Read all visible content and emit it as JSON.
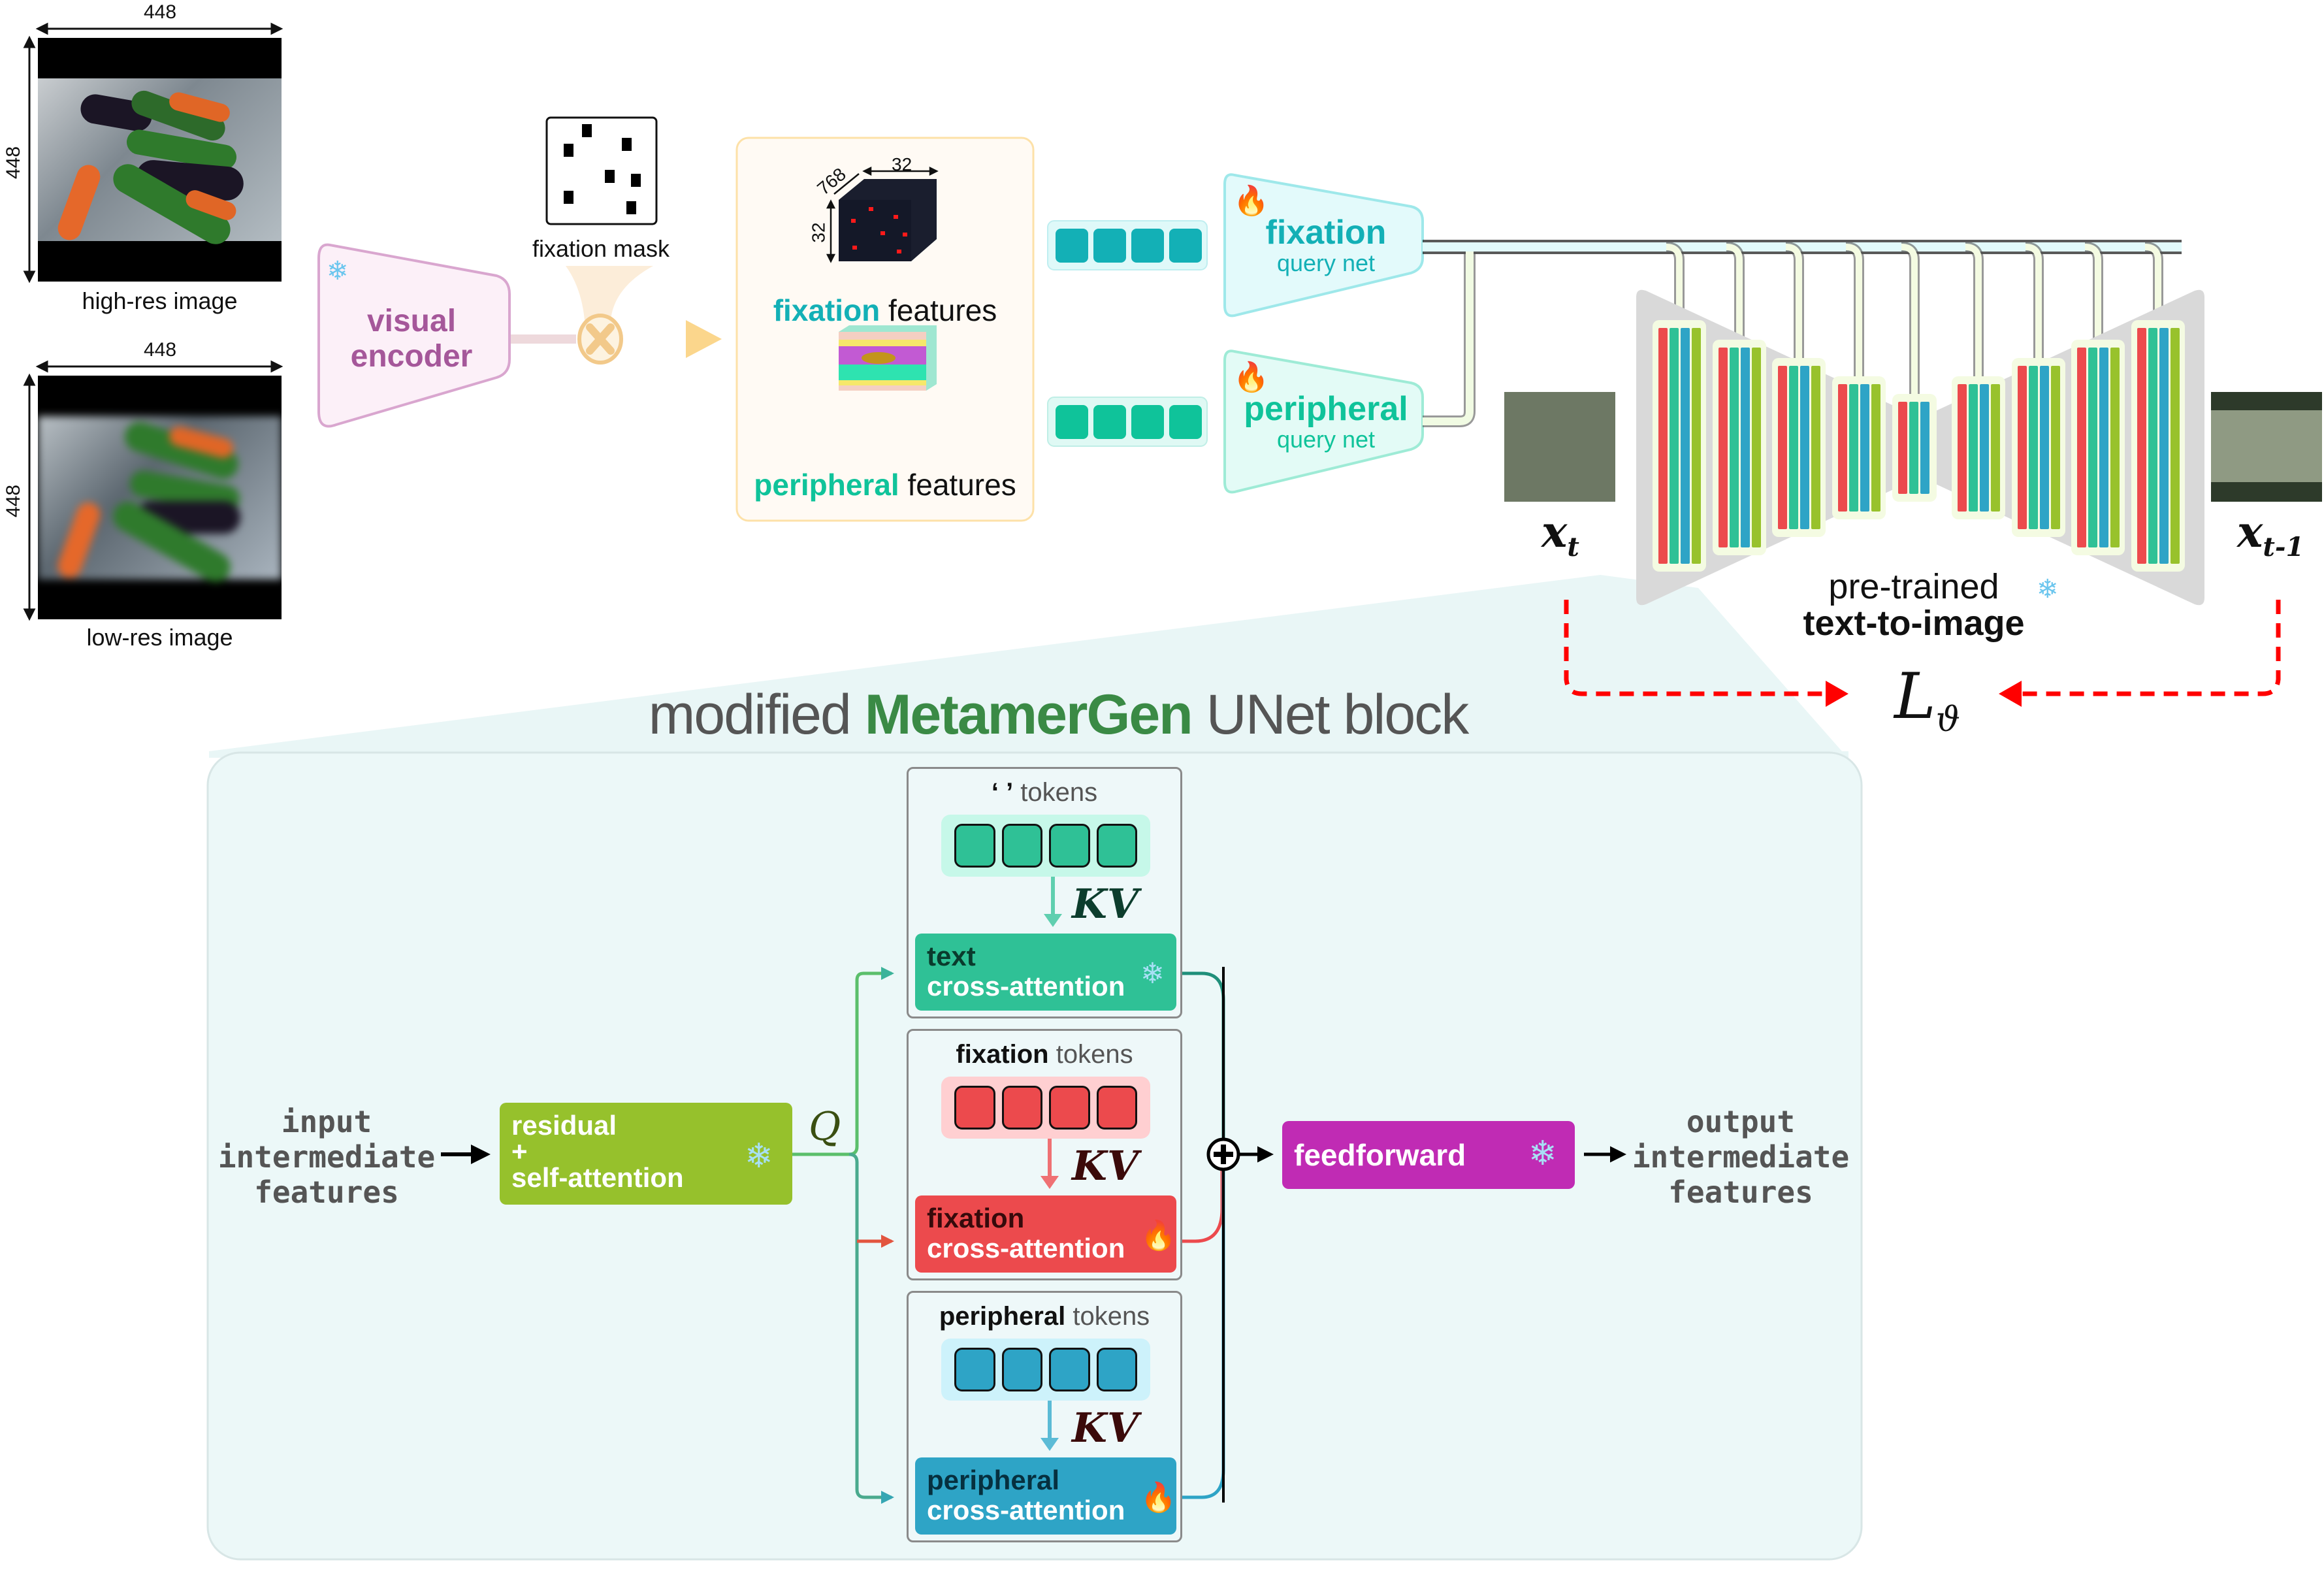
{
  "inputs": {
    "high_res": {
      "caption": "high-res image",
      "width_label": "448",
      "height_label": "448"
    },
    "low_res": {
      "caption": "low-res image",
      "width_label": "448",
      "height_label": "448"
    }
  },
  "visual_encoder": {
    "line1": "visual",
    "line2": "encoder",
    "state_icon": "snowflake-icon"
  },
  "fixation_mask": {
    "caption": "fixation mask",
    "operator": "multiply"
  },
  "features_panel": {
    "fixation": {
      "highlight": "fixation",
      "rest": " features",
      "dims": {
        "width": "32",
        "height": "32",
        "depth": "768"
      }
    },
    "peripheral": {
      "highlight": "peripheral",
      "rest": " features"
    }
  },
  "query_nets": [
    {
      "title": "fixation",
      "subtitle": "query net",
      "state_icon": "fire-icon",
      "color": "#13b0b6"
    },
    {
      "title": "peripheral",
      "subtitle": "query net",
      "state_icon": "fire-icon",
      "color": "#0fc39a"
    }
  ],
  "unet": {
    "line1": "pre-trained",
    "line2": "text-to-image",
    "state_icon": "snowflake-icon",
    "input_label": "x",
    "input_sub": "t",
    "output_label": "x",
    "output_sub": "t-1",
    "loss_label": "L",
    "loss_sub": "ϑ",
    "block_colors": [
      "#ec4a4d",
      "#2fc196",
      "#2ea4c6",
      "#98c22c"
    ]
  },
  "block": {
    "title_pre": "modified ",
    "title_brand": "MetamerGen",
    "title_post": " UNet block",
    "input_text": [
      "input",
      "intermediate",
      "features"
    ],
    "output_text": [
      "output",
      "intermediate",
      "features"
    ],
    "self_attn": {
      "line1": "residual",
      "line2": "+",
      "line3": "self-attention",
      "state_icon": "snowflake-icon"
    },
    "q_label": "Q",
    "kv_label": "KV",
    "branches": [
      {
        "tokens_bold": "‘   ’",
        "tokens_rest": " tokens",
        "name": "text",
        "sub": "cross-attention",
        "state_icon": "snowflake-icon"
      },
      {
        "tokens_bold": "fixation",
        "tokens_rest": " tokens",
        "name": "fixation",
        "sub": "cross-attention",
        "state_icon": "fire-icon"
      },
      {
        "tokens_bold": "peripheral",
        "tokens_rest": " tokens",
        "name": "peripheral",
        "sub": "cross-attention",
        "state_icon": "fire-icon"
      }
    ],
    "feedforward": {
      "label": "feedforward",
      "state_icon": "snowflake-icon"
    }
  }
}
